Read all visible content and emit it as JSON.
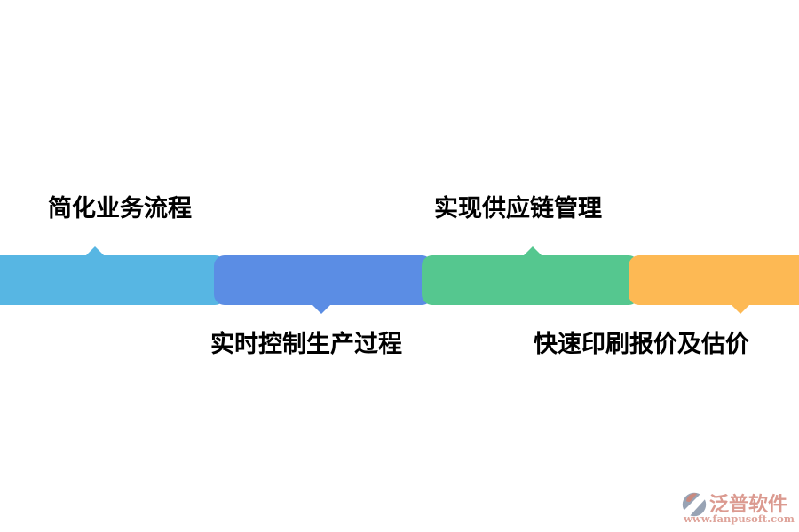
{
  "diagram": {
    "type": "segmented-process-bar",
    "bar_segments": [
      {
        "label": "简化业务流程",
        "color": "#57b6e3",
        "label_position": "above"
      },
      {
        "label": "实时控制生产过程",
        "color": "#5b8de4",
        "label_position": "below"
      },
      {
        "label": "实现供应链管理",
        "color": "#55c78f",
        "label_position": "above"
      },
      {
        "label": "快速印刷报价及估价",
        "color": "#fdb954",
        "label_position": "below"
      }
    ],
    "label_text_color": "#000000",
    "background_color": "#ffffff"
  },
  "watermark": {
    "brand": "泛普软件",
    "url": "www.fanpusoft.com",
    "text_color": "#db9a90",
    "logo_color": "#98a3b4",
    "logo_accent_color": "#c9897e"
  }
}
